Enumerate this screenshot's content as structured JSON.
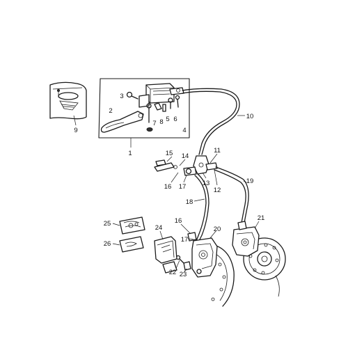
{
  "colors": {
    "ink": "#1a1a1a",
    "background": "#ffffff"
  },
  "diagram": {
    "callouts": [
      {
        "id": "1",
        "label": "1"
      },
      {
        "id": "2",
        "label": "2"
      },
      {
        "id": "3",
        "label": "3"
      },
      {
        "id": "4",
        "label": "4"
      },
      {
        "id": "5",
        "label": "5"
      },
      {
        "id": "6",
        "label": "6"
      },
      {
        "id": "7",
        "label": "7"
      },
      {
        "id": "8",
        "label": "8"
      },
      {
        "id": "9",
        "label": "9"
      },
      {
        "id": "10",
        "label": "10"
      },
      {
        "id": "11",
        "label": "11"
      },
      {
        "id": "12",
        "label": "12"
      },
      {
        "id": "13",
        "label": "13"
      },
      {
        "id": "14",
        "label": "14"
      },
      {
        "id": "15",
        "label": "15"
      },
      {
        "id": "16a",
        "label": "16"
      },
      {
        "id": "16b",
        "label": "16"
      },
      {
        "id": "17a",
        "label": "17"
      },
      {
        "id": "17b",
        "label": "17"
      },
      {
        "id": "18",
        "label": "18"
      },
      {
        "id": "19",
        "label": "19"
      },
      {
        "id": "20",
        "label": "20"
      },
      {
        "id": "21",
        "label": "21"
      },
      {
        "id": "22",
        "label": "22"
      },
      {
        "id": "23",
        "label": "23"
      },
      {
        "id": "24",
        "label": "24"
      },
      {
        "id": "25",
        "label": "25"
      },
      {
        "id": "26",
        "label": "26"
      }
    ]
  }
}
